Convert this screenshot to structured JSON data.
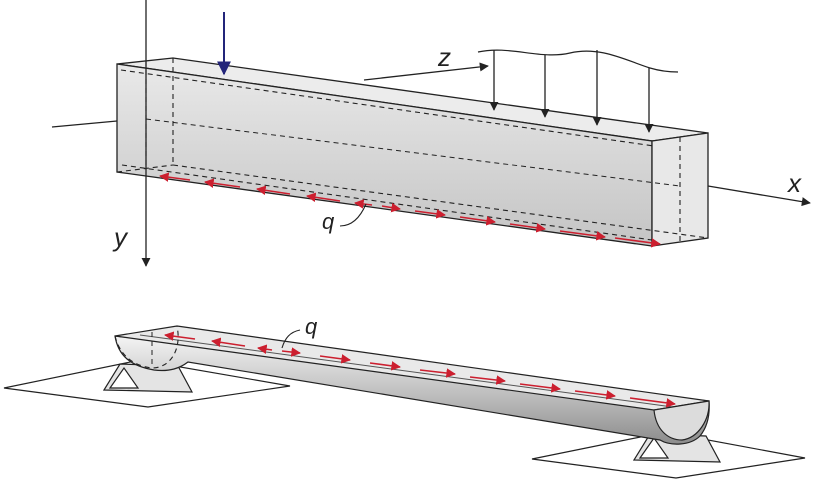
{
  "labels": {
    "x_axis": "x",
    "y_axis": "y",
    "z_axis": "z",
    "shear_flow_upper": "q",
    "shear_flow_lower": "q"
  },
  "colors": {
    "line": "#222222",
    "shear_flow_arrows": "#cc1f2f",
    "point_load_arrow": "#23257a",
    "beam_front": "#cfcfcf",
    "beam_end": "#e6e6e6",
    "plate": "#d9d9d9"
  },
  "icons": {
    "point_load": "down-arrow-icon",
    "distributed_load": "down-arrow-icon",
    "supports": "triangle-support-icon"
  }
}
